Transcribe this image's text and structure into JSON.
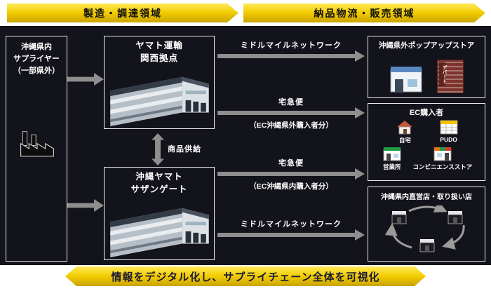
{
  "banners": {
    "top_left": "製造・調達領域",
    "top_right": "納品物流・販売領域",
    "bottom": "情報をデジタル化し、サプライチェーン全体を可視化"
  },
  "supplier": {
    "title": "沖縄県内\nサプライヤー\n（一部県外）"
  },
  "kansai_hub": {
    "title": "ヤマト運輸\n関西拠点"
  },
  "southern_gate": {
    "title": "沖縄ヤマト\nサザンゲート"
  },
  "supply_link": {
    "label": "商品供給"
  },
  "flows": {
    "middle_mile_top": "ミドルマイルネットワーク",
    "takkyubin_outside": {
      "label": "宅急便",
      "sub": "（EC沖縄県外購入者分）"
    },
    "takkyubin_inside": {
      "label": "宅急便",
      "sub": "（EC沖縄県内購入者分）"
    },
    "middle_mile_bottom": "ミドルマイルネットワーク"
  },
  "popup_store": {
    "title": "沖縄県外ポップアップストア",
    "depart_sign": "デパート"
  },
  "ec_buyers": {
    "title": "EC購入者",
    "items": [
      "自宅",
      "PUDO",
      "営業所",
      "コンビニエンスストア"
    ]
  },
  "direct_stores": {
    "title": "沖縄県内直営店・取り扱い店"
  },
  "colors": {
    "accent_yellow": "#f3cd00",
    "panel_bg": "#13131b",
    "arrow_gray": "#8e8e8e",
    "text_on_dark": "#ffffff"
  }
}
